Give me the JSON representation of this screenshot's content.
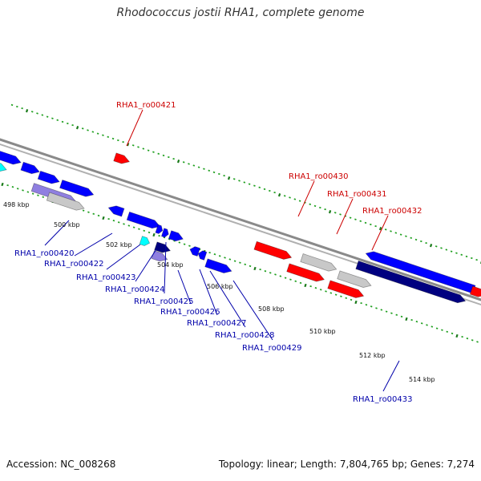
{
  "title": "Rhodococcus jostii RHA1, complete genome",
  "footer": {
    "accession": "Accession: NC_008268",
    "topology": "Topology: linear; Length: 7,804,765 bp; Genes: 7,274"
  },
  "colors": {
    "backbone": "#8a8a8a",
    "tick_major": "#1a7a1a",
    "tick_minor": "#1f9f1f",
    "label_top": "#cc0000",
    "label_bottom": "#0000aa",
    "gene_red": "#ff0000",
    "gene_blue": "#0000ff",
    "gene_navy": "#000080",
    "gene_cyan": "#00ffff",
    "gene_grey": "#c8c8c8",
    "gene_lavender": "#8f7fe0"
  },
  "scale_ticks": [
    "498 kbp",
    "500 kbp",
    "502 kbp",
    "504 kbp",
    "506 kbp",
    "508 kbp",
    "510 kbp",
    "512 kbp",
    "514 kbp"
  ],
  "gene_labels_top": [
    "RHA1_ro00421",
    "RHA1_ro00430",
    "RHA1_ro00431",
    "RHA1_ro00432"
  ],
  "gene_labels_bottom": [
    "RHA1_ro00420",
    "RHA1_ro00422",
    "RHA1_ro00423",
    "RHA1_ro00424",
    "RHA1_ro00425",
    "RHA1_ro00426",
    "RHA1_ro00427",
    "RHA1_ro00428",
    "RHA1_ro00429",
    "RHA1_ro00433"
  ]
}
